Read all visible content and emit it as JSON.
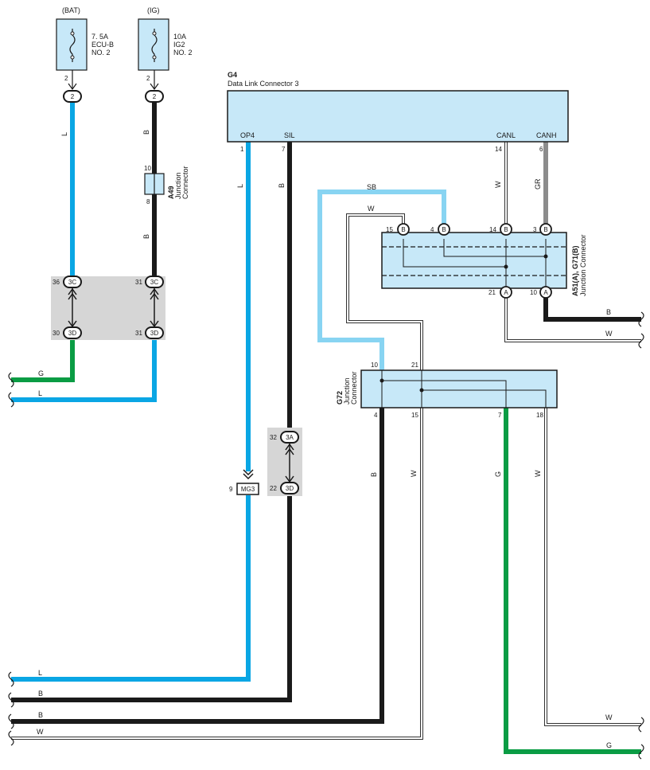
{
  "fuses": {
    "bat": {
      "supply": "(BAT)",
      "rating": "7. 5A",
      "name": "ECU-B",
      "number": "NO. 2",
      "pin": "2",
      "connector": "2"
    },
    "ig": {
      "supply": "(IG)",
      "rating": "10A",
      "name": "IG2",
      "number": "NO. 2",
      "pin": "2",
      "connector": "2"
    }
  },
  "dlc": {
    "code": "G4",
    "name": "Data Link Connector 3",
    "terminals": [
      {
        "name": "OP4",
        "pin": "1"
      },
      {
        "name": "SIL",
        "pin": "7"
      },
      {
        "name": "CANL",
        "pin": "14"
      },
      {
        "name": "CANH",
        "pin": "6"
      }
    ]
  },
  "a49": {
    "code": "A49",
    "desc1": "Junction",
    "desc2": "Connector",
    "pin_top": "10",
    "pin_bottom": "8"
  },
  "a51": {
    "code": "A51(A), G71(B)",
    "desc": "Junction Connector",
    "top_pins": [
      {
        "pin": "15",
        "tag": "B"
      },
      {
        "pin": "4",
        "tag": "B"
      },
      {
        "pin": "14",
        "tag": "B"
      },
      {
        "pin": "3",
        "tag": "B"
      }
    ],
    "bottom_pins": [
      {
        "pin": "21",
        "tag": "A"
      },
      {
        "pin": "10",
        "tag": "A"
      }
    ]
  },
  "g72": {
    "code": "G72",
    "desc1": "Junction",
    "desc2": "Connector",
    "top_pins": [
      "10",
      "21"
    ],
    "bottom_pins": [
      "4",
      "15",
      "7",
      "18"
    ]
  },
  "inline_connectors": {
    "c36": {
      "pin": "36",
      "tag": "3C"
    },
    "c31a": {
      "pin": "31",
      "tag": "3C"
    },
    "d30": {
      "pin": "30",
      "tag": "3D"
    },
    "d31": {
      "pin": "31",
      "tag": "3D"
    },
    "a32": {
      "pin": "32",
      "tag": "3A"
    },
    "d22": {
      "pin": "22",
      "tag": "3D"
    },
    "mg3": {
      "pin": "9",
      "tag": "MG3"
    }
  },
  "wire_colors": {
    "L": "L",
    "B": "B",
    "W": "W",
    "G": "G",
    "GR": "GR",
    "SB": "SB"
  },
  "wire_rgb": {
    "L": "#0aa6e4",
    "B": "#1a1a1a",
    "W": "#ffffff",
    "G": "#0a9c44",
    "GR": "#8c8c8c",
    "SB": "#88d4f2"
  },
  "panel_colors": {
    "connector_fill": "#c7e8f8",
    "inline_box": "#d6d6d6"
  },
  "edge_labels": {
    "left": [
      "G",
      "L",
      "L",
      "B",
      "B",
      "W"
    ],
    "right": [
      "B",
      "W",
      "W",
      "G"
    ]
  }
}
